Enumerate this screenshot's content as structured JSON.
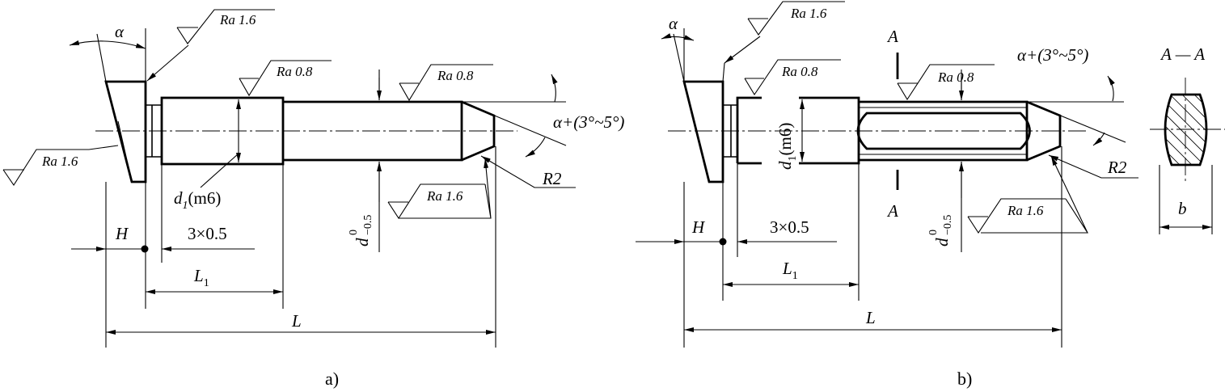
{
  "figure_a": {
    "caption": "a)",
    "alpha": "α",
    "ra_top": "Ra 1.6",
    "ra_left": "Ra 1.6",
    "ra_mid": "Ra 0.8",
    "ra_right": "Ra 0.8",
    "ra_bottom": "Ra 1.6",
    "alpha_plus": "α+(3°~5°)",
    "r2": "R2",
    "d1": "d",
    "d1_sub": "1",
    "d1_tol": "(m6)",
    "d_main": "d",
    "d_upper": "0",
    "d_lower": "−0.5",
    "h": "H",
    "chamfer": "3×0.5",
    "l1": "L",
    "l1_sub": "1",
    "l": "L"
  },
  "figure_b": {
    "caption": "b)",
    "alpha": "α",
    "ra_top": "Ra 1.6",
    "ra_d1": "Ra 0.8",
    "ra_mid": "Ra 0.8",
    "ra_bottom": "Ra 1.6",
    "alpha_plus": "α+(3°~5°)",
    "r2": "R2",
    "d1": "d",
    "d1_sub": "1",
    "d1_tol": "(m6)",
    "d_main": "d",
    "d_upper": "0",
    "d_lower": "−0.5",
    "section_mark_top": "A",
    "section_mark_bottom": "A",
    "section_title": "A — A",
    "b": "b",
    "h": "H",
    "chamfer": "3×0.5",
    "l1": "L",
    "l1_sub": "1",
    "l": "L"
  }
}
